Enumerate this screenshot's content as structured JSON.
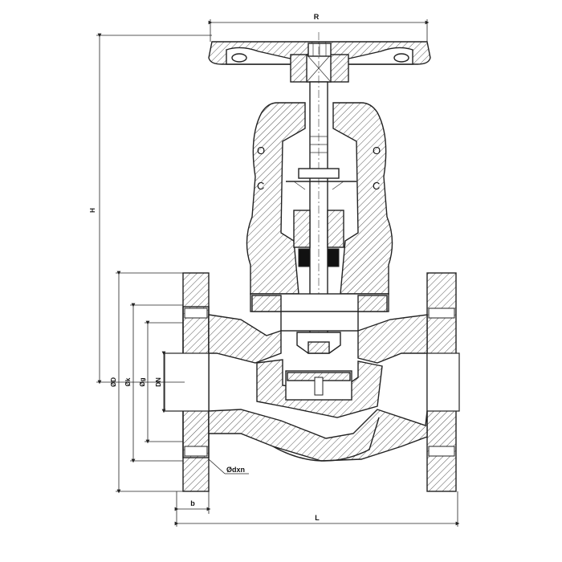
{
  "drawing": {
    "labels": {
      "R": "R",
      "H": "H",
      "L": "L",
      "b": "b",
      "OD": "ØD",
      "Ok": "Øk",
      "Og": "Øg",
      "DN": "DN",
      "Odxn": "Ødxn"
    },
    "colors": {
      "line": "#222222",
      "hatch": "#555555",
      "background": "#ffffff",
      "seal": "#111111"
    }
  }
}
